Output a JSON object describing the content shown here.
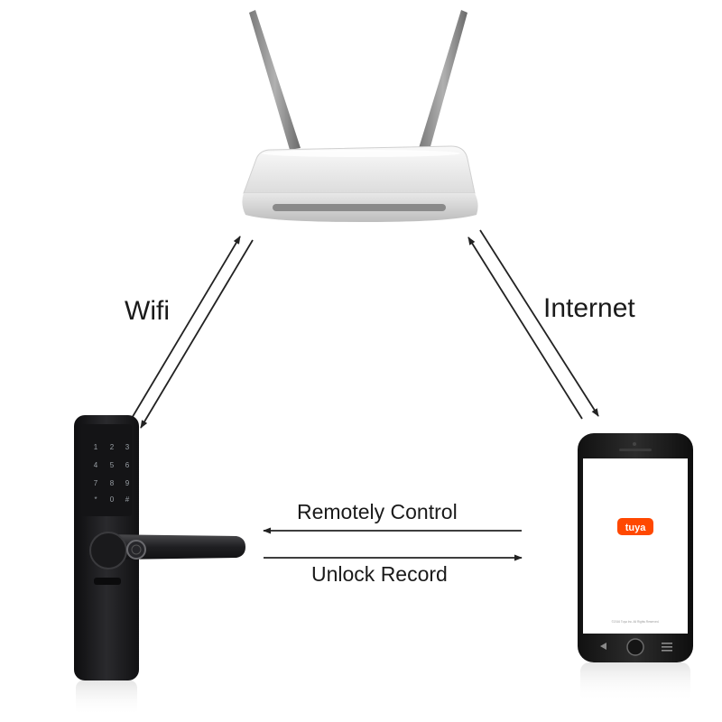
{
  "labels": {
    "wifi": "Wifi",
    "internet": "Internet",
    "remote_control": "Remotely Control",
    "unlock_record": "Unlock Record"
  },
  "lock": {
    "keypad": [
      "1",
      "2",
      "3",
      "4",
      "5",
      "6",
      "7",
      "8",
      "9",
      "*",
      "0",
      "#"
    ]
  },
  "phone": {
    "app_logo": "tuya",
    "footer": "©2016 Tuya Inc. All Rights Reserved."
  },
  "icons": [
    "router",
    "smart-lock",
    "fingerprint-sensor",
    "smartphone",
    "arrow"
  ],
  "colors": {
    "background": "#ffffff",
    "text": "#1a1a1a",
    "arrow": "#222222",
    "tuya_brand": "#ff4800",
    "lock_body": "#1c1c1e",
    "router_body": "#f2f2f2"
  }
}
